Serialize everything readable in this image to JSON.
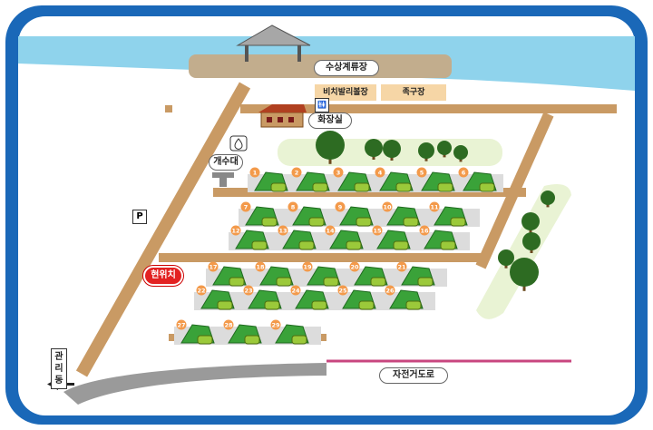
{
  "labels": {
    "water_lounge": "수상계류장",
    "volleyball": "비치발리볼장",
    "soccer": "족구장",
    "restroom": "화장실",
    "restroom_sign": "🚻",
    "sink": "개수대",
    "parking": "P",
    "current_location": "현위치",
    "management": "관리동",
    "bike_road": "자전거도로"
  },
  "colors": {
    "frame": "#1a68b8",
    "water": "#8fd3ec",
    "road": "#c99a64",
    "pier": "#c2ad8d",
    "grass": "#e9f3d4",
    "tree": "#2d6b22",
    "tent": "#3aa239",
    "car": "#9bc93a",
    "site_number": "#f39a4b",
    "here": "#e32222",
    "bike_road": "#c8467f",
    "asphalt": "#9a9a9a"
  },
  "icons": {
    "parking": "parking-sign-icon",
    "sink": "water-drop-icon",
    "arrow": "arrow-left-icon",
    "pavilion": "pavilion-icon"
  },
  "campsites": {
    "rows": [
      [
        "1",
        "2",
        "3",
        "4",
        "5",
        "6"
      ],
      [
        "7",
        "8",
        "9",
        "10",
        "11"
      ],
      [
        "12",
        "13",
        "14",
        "15",
        "16"
      ],
      [
        "17",
        "18",
        "19",
        "20",
        "21"
      ],
      [
        "22",
        "23",
        "24",
        "25",
        "26"
      ],
      [
        "27",
        "28",
        "29"
      ]
    ]
  }
}
